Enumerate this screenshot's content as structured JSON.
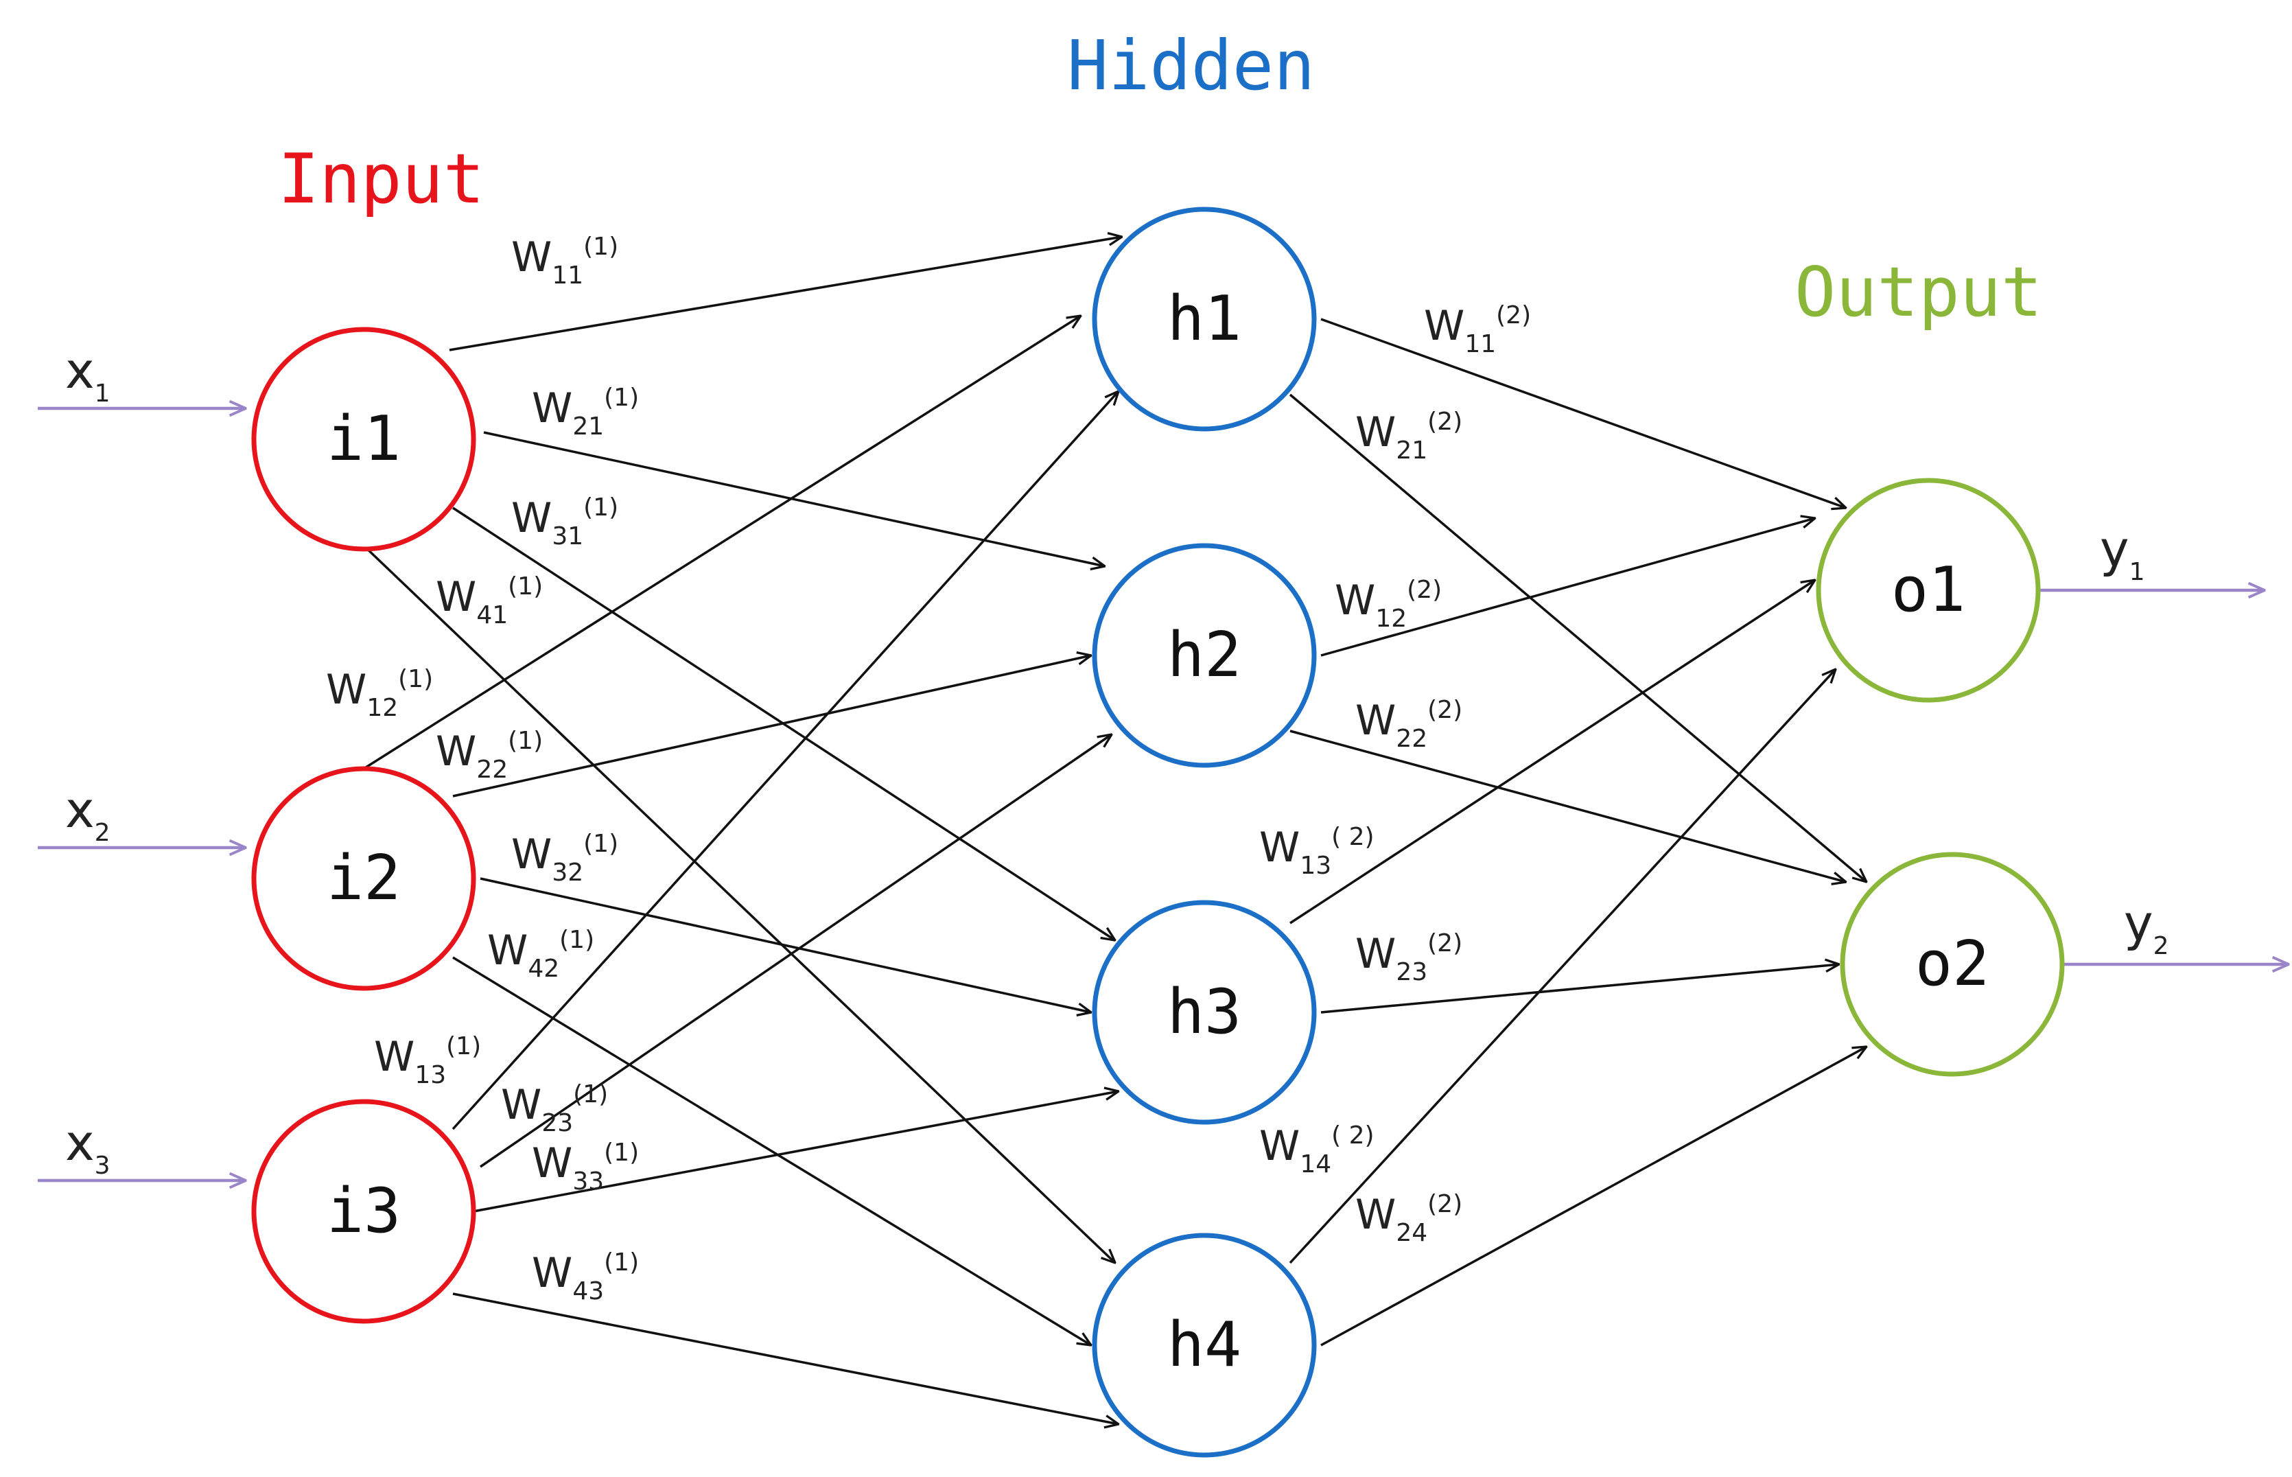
{
  "colors": {
    "input": "#e8141c",
    "hidden": "#1c6fc6",
    "output": "#8ab63a",
    "io_arrow": "#9b85c9",
    "edge": "#111111"
  },
  "layers": {
    "input": {
      "title": "Input"
    },
    "hidden": {
      "title": "Hidden"
    },
    "output": {
      "title": "Output"
    }
  },
  "nodes": {
    "input": [
      {
        "id": "i1",
        "label": "i1"
      },
      {
        "id": "i2",
        "label": "i2"
      },
      {
        "id": "i3",
        "label": "i3"
      }
    ],
    "hidden": [
      {
        "id": "h1",
        "label": "h1"
      },
      {
        "id": "h2",
        "label": "h2"
      },
      {
        "id": "h3",
        "label": "h3"
      },
      {
        "id": "h4",
        "label": "h4"
      }
    ],
    "output": [
      {
        "id": "o1",
        "label": "o1"
      },
      {
        "id": "o2",
        "label": "o2"
      }
    ]
  },
  "inputs": [
    {
      "base": "x",
      "sub": "1",
      "target": "i1"
    },
    {
      "base": "x",
      "sub": "2",
      "target": "i2"
    },
    {
      "base": "x",
      "sub": "3",
      "target": "i3"
    }
  ],
  "outputs": [
    {
      "base": "y",
      "sub": "1",
      "source": "o1"
    },
    {
      "base": "y",
      "sub": "2",
      "source": "o2"
    }
  ],
  "edges": [
    {
      "from": "i1",
      "to": "h1",
      "w": "W",
      "sub": "11",
      "sup": "(1)"
    },
    {
      "from": "i1",
      "to": "h2",
      "w": "W",
      "sub": "21",
      "sup": "(1)"
    },
    {
      "from": "i1",
      "to": "h3",
      "w": "W",
      "sub": "31",
      "sup": "(1)"
    },
    {
      "from": "i1",
      "to": "h4",
      "w": "W",
      "sub": "41",
      "sup": "(1)"
    },
    {
      "from": "i2",
      "to": "h1",
      "w": "W",
      "sub": "12",
      "sup": "(1)"
    },
    {
      "from": "i2",
      "to": "h2",
      "w": "W",
      "sub": "22",
      "sup": "(1)"
    },
    {
      "from": "i2",
      "to": "h3",
      "w": "W",
      "sub": "32",
      "sup": "(1)"
    },
    {
      "from": "i2",
      "to": "h4",
      "w": "W",
      "sub": "42",
      "sup": "(1)"
    },
    {
      "from": "i3",
      "to": "h1",
      "w": "W",
      "sub": "13",
      "sup": "(1)"
    },
    {
      "from": "i3",
      "to": "h2",
      "w": "W",
      "sub": "23",
      "sup": "(1)"
    },
    {
      "from": "i3",
      "to": "h3",
      "w": "W",
      "sub": "33",
      "sup": "(1)"
    },
    {
      "from": "i3",
      "to": "h4",
      "w": "W",
      "sub": "43",
      "sup": "(1)"
    },
    {
      "from": "h1",
      "to": "o1",
      "w": "W",
      "sub": "11",
      "sup": "(2)"
    },
    {
      "from": "h1",
      "to": "o2",
      "w": "W",
      "sub": "21",
      "sup": "(2)"
    },
    {
      "from": "h2",
      "to": "o1",
      "w": "W",
      "sub": "12",
      "sup": "(2)"
    },
    {
      "from": "h2",
      "to": "o2",
      "w": "W",
      "sub": "22",
      "sup": "(2)"
    },
    {
      "from": "h3",
      "to": "o1",
      "w": "W",
      "sub": "13",
      "sup": "( 2)"
    },
    {
      "from": "h3",
      "to": "o2",
      "w": "W",
      "sub": "23",
      "sup": "(2)"
    },
    {
      "from": "h4",
      "to": "o1",
      "w": "W",
      "sub": "14",
      "sup": "( 2)"
    },
    {
      "from": "h4",
      "to": "o2",
      "w": "W",
      "sub": "24",
      "sup": "(2)"
    }
  ]
}
